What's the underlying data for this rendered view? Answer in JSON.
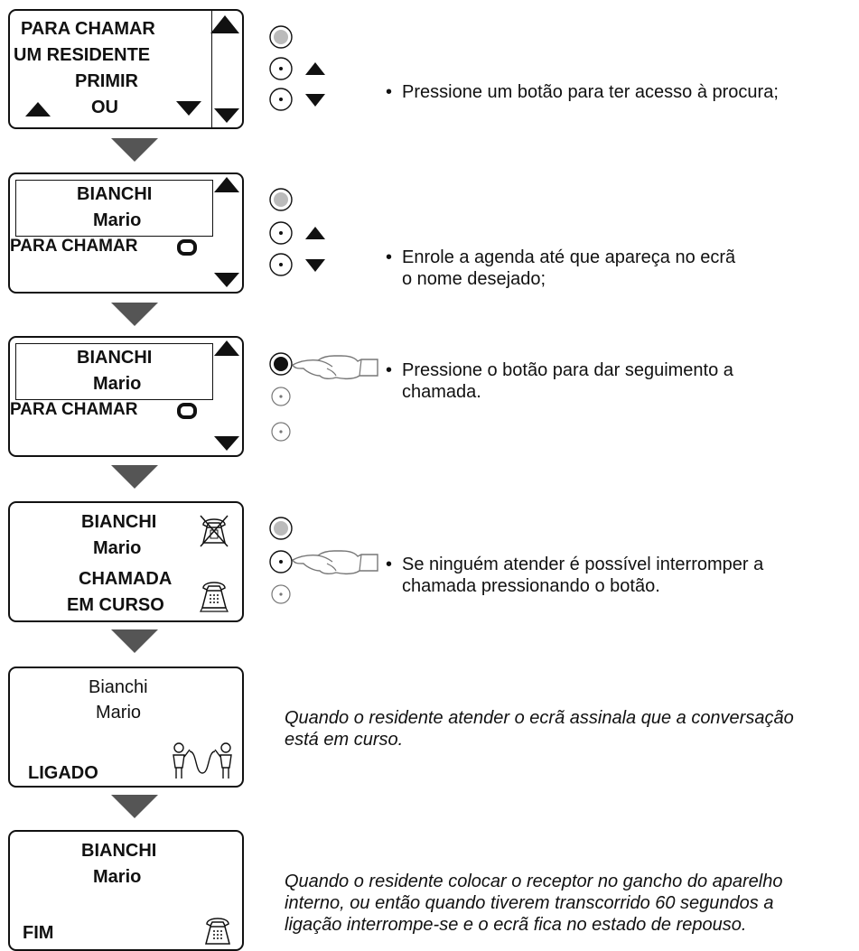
{
  "steps": [
    {
      "screen": {
        "lines": [
          "PARA CHAMAR",
          "UM RESIDENTE",
          "PRIMIR",
          "OU"
        ]
      },
      "instruction": "Pressione um botão para ter acesso à procura;"
    },
    {
      "screen": {
        "name": "BIANCHI",
        "first": "Mario",
        "action": "PARA CHAMAR"
      },
      "instruction_lines": [
        "Enrole a agenda até que apareça no ecrã",
        "o nome desejado;"
      ]
    },
    {
      "screen": {
        "name": "BIANCHI",
        "first": "Mario",
        "action": "PARA CHAMAR"
      },
      "instruction_lines": [
        "Pressione o botão para dar seguimento a",
        "chamada."
      ]
    },
    {
      "screen": {
        "name": "BIANCHI",
        "first": "Mario",
        "status1": "CHAMADA",
        "status2": "EM CURSO"
      },
      "instruction_lines": [
        "Se ninguém atender é possível interromper a",
        "chamada pressionando o botão."
      ]
    },
    {
      "screen": {
        "name": "Bianchi",
        "first": "Mario",
        "status": "LIGADO"
      },
      "note_lines": [
        "Quando o residente atender o ecrã assinala que a conversação",
        "está em curso."
      ]
    },
    {
      "screen": {
        "name": "BIANCHI",
        "first": "Mario",
        "status": "FIM"
      },
      "note_lines": [
        "Quando o residente colocar o receptor no gancho do aparelho",
        "interno, ou então quando tiverem transcorrido 60 segundos a",
        "ligação interrompe-se e o ecrã fica no estado de repouso."
      ]
    }
  ],
  "bullet": "•",
  "icons": {
    "up": "triangle-up-icon",
    "down": "triangle-down-icon",
    "step": "step-arrow-down-icon",
    "hand": "pointing-hand-icon",
    "phone": "telephone-icon",
    "phone_crossed": "telephone-crossed-icon",
    "people": "two-people-connected-icon",
    "ring": "ring-icon"
  },
  "colors": {
    "ink": "#111111",
    "arrow": "#555555",
    "button_grey": "#bbbbbb"
  }
}
